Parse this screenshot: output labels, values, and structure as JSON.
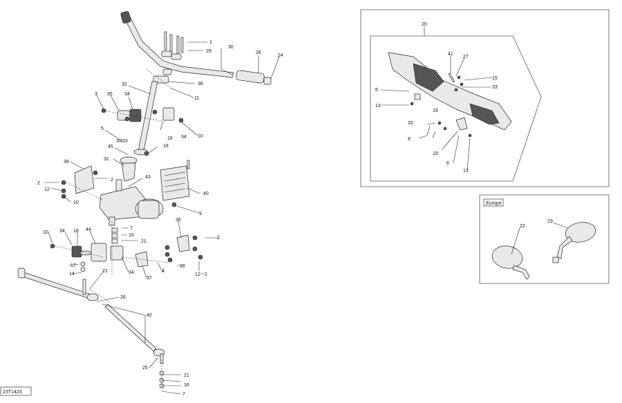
{
  "diagram_code": "23T1423",
  "region_tag": "Europe",
  "callouts": {
    "c1": "1",
    "c29": "29",
    "c30": "30",
    "c28": "28",
    "c24": "24",
    "c38": "38",
    "c11": "11",
    "c32": "32",
    "c3": "3",
    "c35": "35",
    "c34a": "34",
    "c18a": "18",
    "c34b": "34",
    "c10a": "10",
    "c5": "5",
    "c45": "45",
    "c18b": "18",
    "c31": "31",
    "c39": "39",
    "c2a": "2",
    "c12a": "12",
    "c2b": "2",
    "c10b": "10",
    "c43": "43",
    "c40": "40",
    "c9": "9",
    "c36": "36",
    "c2c": "2",
    "c10c": "10",
    "c34c": "34",
    "c18c": "18",
    "c44": "44",
    "c7a": "7",
    "c16a": "16",
    "c21a": "21",
    "c17": "17",
    "c14": "14",
    "c34d": "34",
    "c37": "37",
    "c4": "4",
    "c10d": "10",
    "c12b": "12",
    "c2d": "2",
    "c21b": "21",
    "c26": "26",
    "c42": "42",
    "c25": "25",
    "c21c": "21",
    "c16b": "16",
    "c7b": "7",
    "c20": "20",
    "c41": "41",
    "c27": "27",
    "c15": "15",
    "c33": "33",
    "c6a": "6",
    "c13a": "13",
    "c19a": "19",
    "c20b": "20",
    "c8": "8",
    "c19b": "19",
    "c6b": "6",
    "c13b": "13",
    "c22": "22",
    "c23": "23"
  }
}
